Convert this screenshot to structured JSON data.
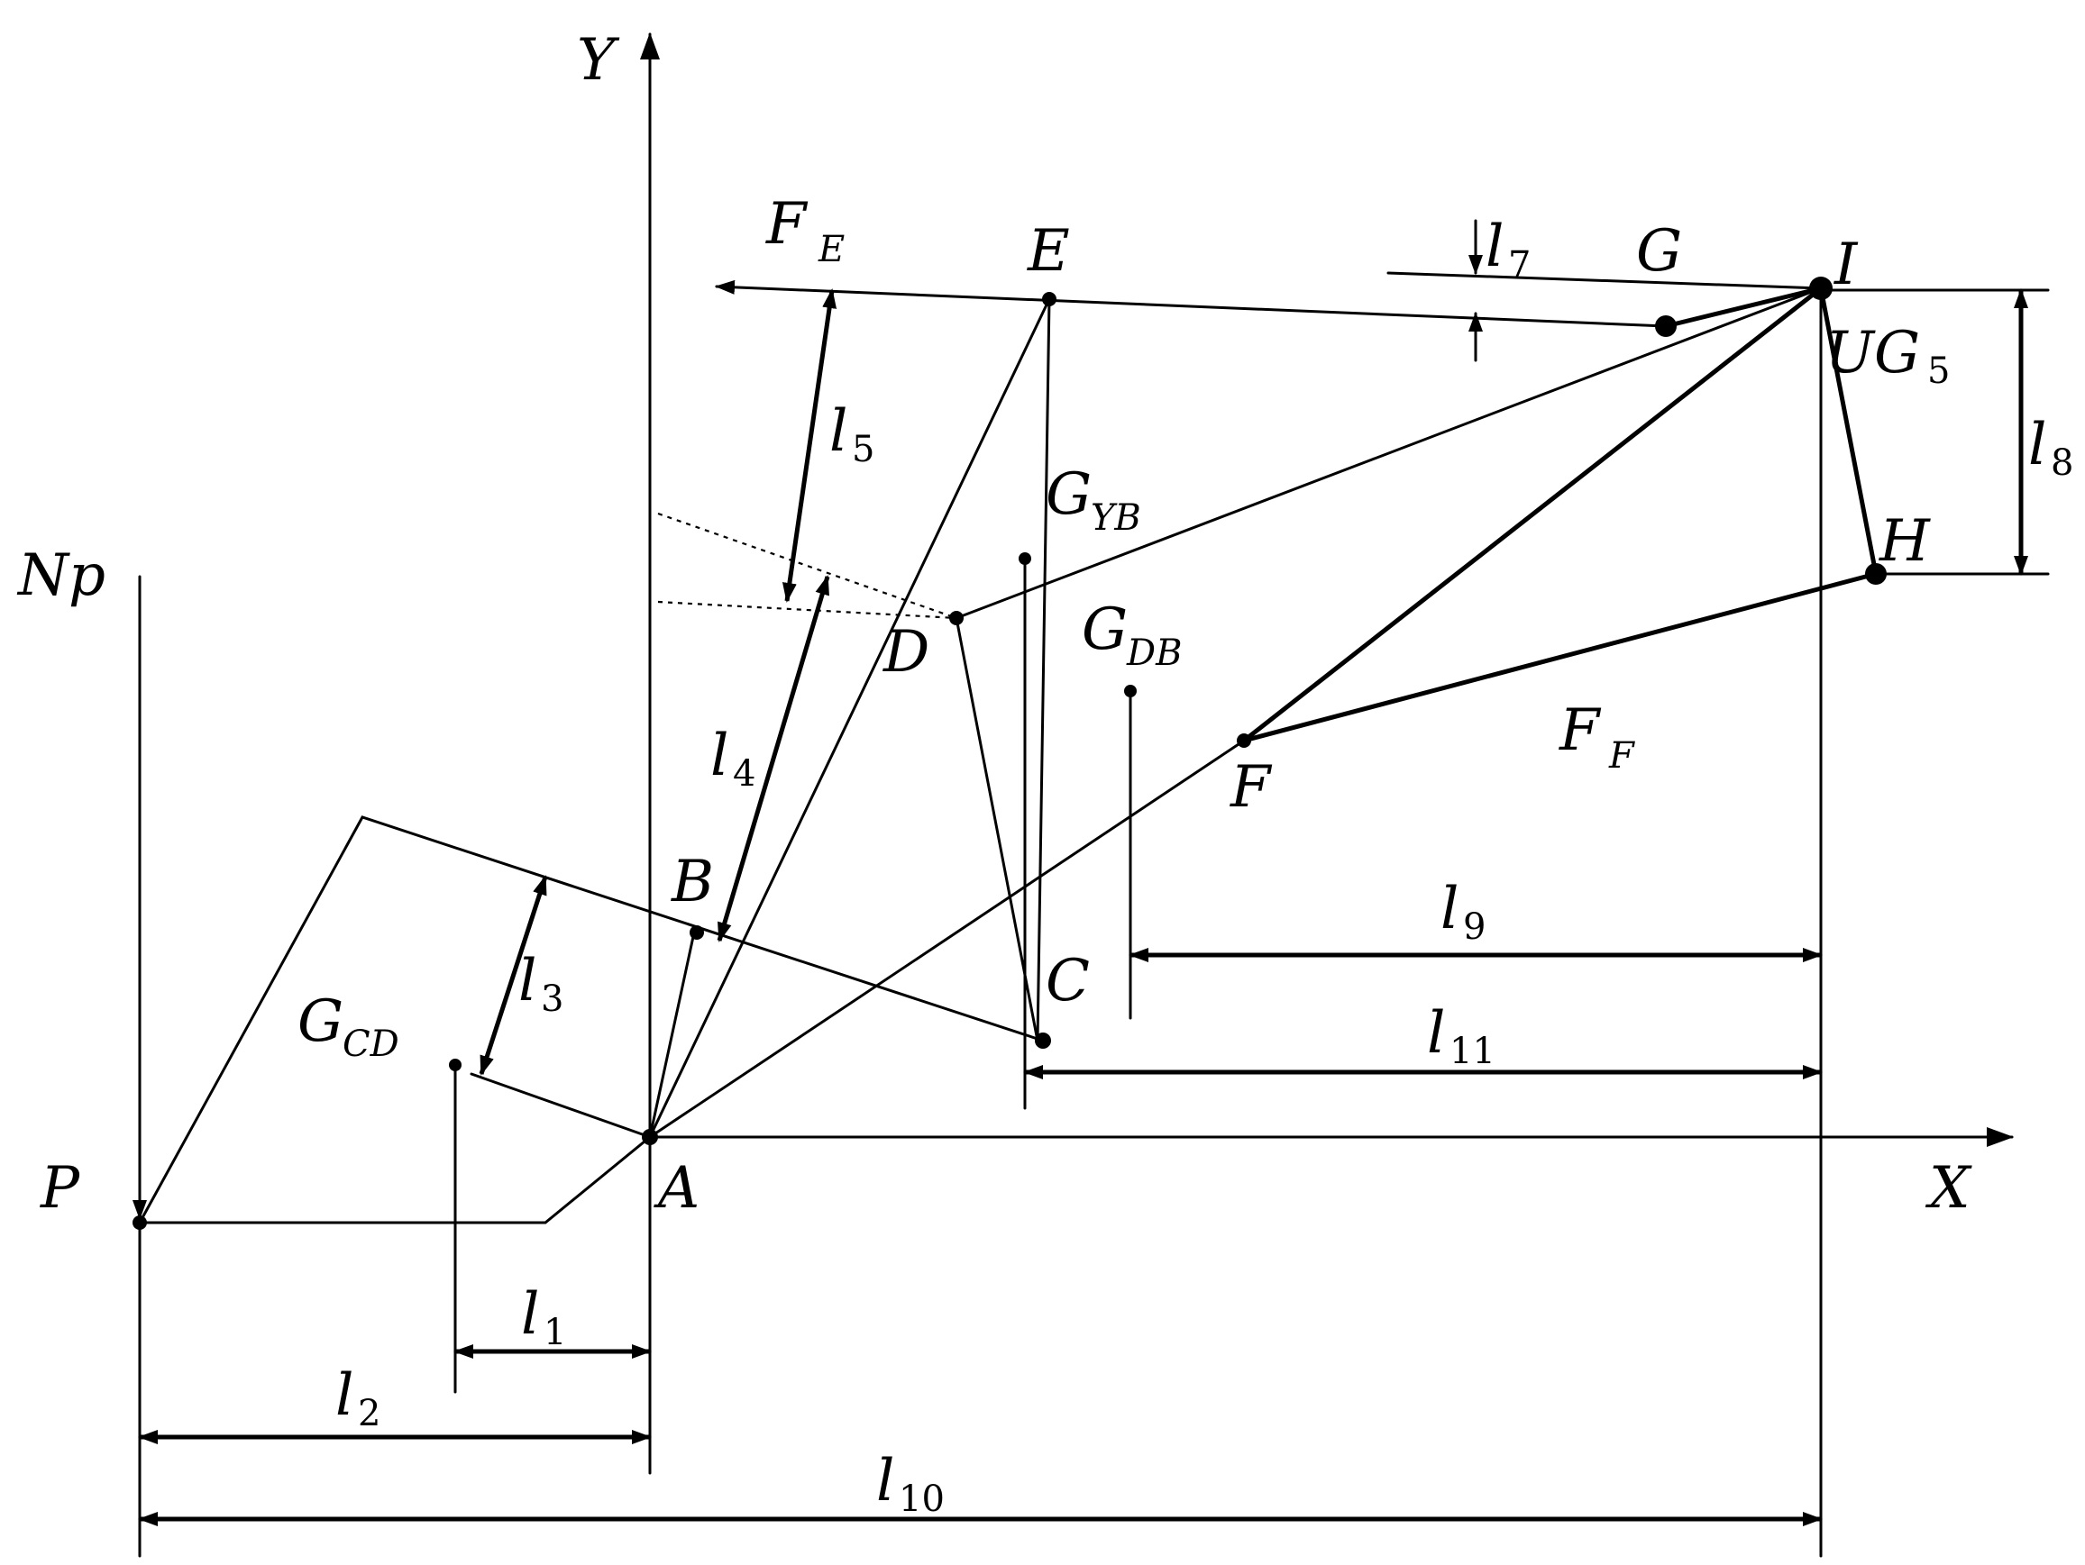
{
  "axes": {
    "x": "X",
    "y": "Y"
  },
  "points": {
    "P": "P",
    "A": "A",
    "B": "B",
    "C": "C",
    "D": "D",
    "E": "E",
    "F": "F",
    "G": "G",
    "H": "H",
    "I": "I"
  },
  "labels": {
    "np": "Np",
    "fe": "F",
    "fe_sub": "E",
    "ff": "F",
    "ff_sub": "F",
    "ug5": "UG",
    "ug5_sub": "5",
    "gyb": "G",
    "gyb_sub": "YB",
    "gdb": "G",
    "gdb_sub": "DB",
    "gcd": "G",
    "gcd_sub": "CD"
  },
  "dimensions": {
    "l1": "l",
    "l1_sub": "1",
    "l2": "l",
    "l2_sub": "2",
    "l3": "l",
    "l3_sub": "3",
    "l4": "l",
    "l4_sub": "4",
    "l5": "l",
    "l5_sub": "5",
    "l7": "l",
    "l7_sub": "7",
    "l8": "l",
    "l8_sub": "8",
    "l9": "l",
    "l9_sub": "9",
    "l10": "l",
    "l10_sub": "10",
    "l11": "l",
    "l11_sub": "11"
  }
}
